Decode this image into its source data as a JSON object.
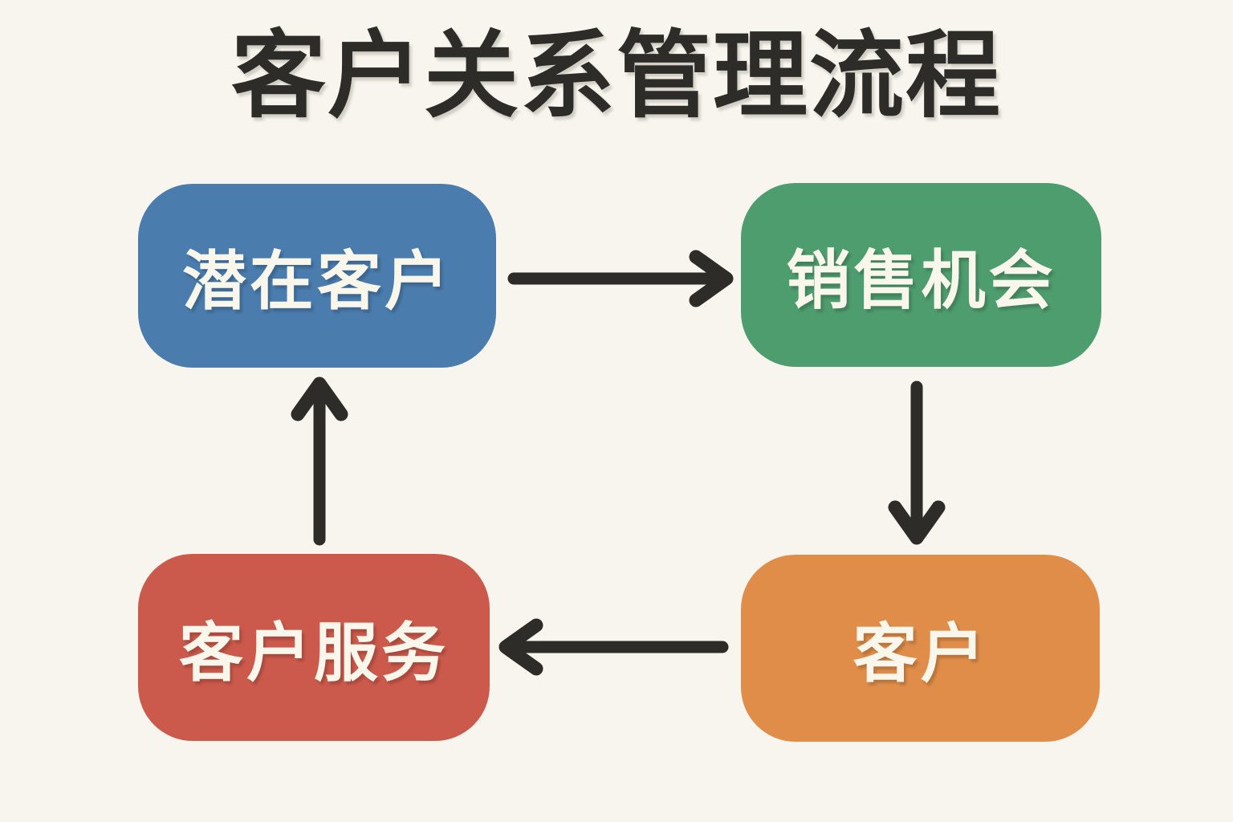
{
  "title": "客户关系管理流程",
  "colors": {
    "background": "#F8F5EE",
    "title_text": "#2E2C28",
    "arrow": "#2E2C28",
    "node_text": "#F9F6EC",
    "node_leads": "#4A7CAE",
    "node_opportunities": "#4E9D6E",
    "node_customers": "#E08D49",
    "node_service": "#CC5A4C"
  },
  "nodes": [
    {
      "id": "leads",
      "label": "潜在客户",
      "color": "#4A7CAE"
    },
    {
      "id": "opportunities",
      "label": "销售机会",
      "color": "#4E9D6E"
    },
    {
      "id": "customers",
      "label": "客户",
      "color": "#E08D49"
    },
    {
      "id": "service",
      "label": "客户服务",
      "color": "#CC5A4C"
    }
  ],
  "flow": [
    {
      "from": "潜在客户",
      "to": "销售机会",
      "direction": "right"
    },
    {
      "from": "销售机会",
      "to": "客户",
      "direction": "down"
    },
    {
      "from": "客户",
      "to": "客户服务",
      "direction": "left"
    },
    {
      "from": "客户服务",
      "to": "潜在客户",
      "direction": "up"
    }
  ]
}
